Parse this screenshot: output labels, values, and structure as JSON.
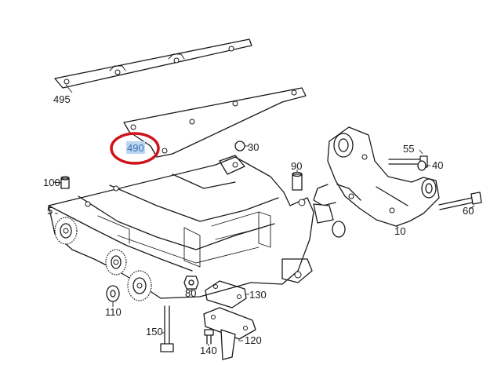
{
  "callouts": {
    "c495": "495",
    "c490": "490",
    "c30": "30",
    "c90": "90",
    "c100": "100",
    "c5": "5",
    "c55": "55",
    "c40": "40",
    "c60": "60",
    "c10": "10",
    "c80": "80",
    "c130": "130",
    "c110": "110",
    "c150": "150",
    "c120": "120",
    "c140": "140"
  },
  "colors": {
    "highlight_circle": "#d0121b",
    "highlight_box": "#bcd6f2",
    "line": "#1a1a1a"
  }
}
